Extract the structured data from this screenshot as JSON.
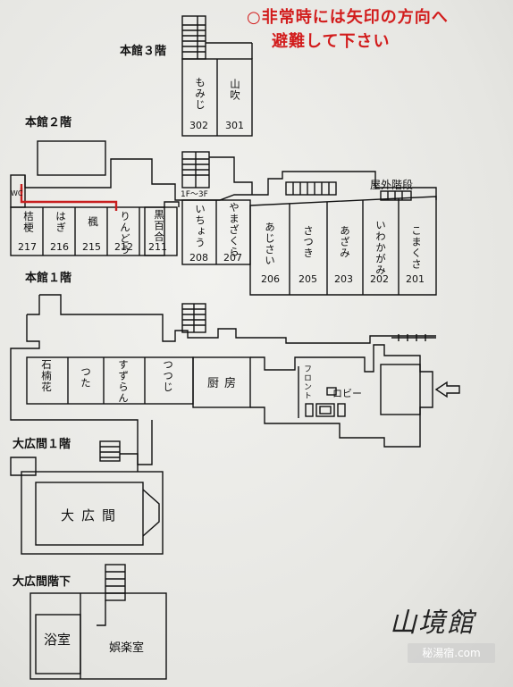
{
  "notice": {
    "line1": "○非常時には矢印の方向へ",
    "line2": "避難して下さい"
  },
  "floors": {
    "main_3f": "本館３階",
    "main_2f": "本館２階",
    "main_1f": "本館１階",
    "hall_1f": "大広間１階",
    "hall_below": "大広間階下"
  },
  "rooms_3f": [
    {
      "name": "もみじ",
      "number": "302"
    },
    {
      "name": "山吹",
      "number": "301"
    }
  ],
  "rooms_2f_west": [
    {
      "name": "桔梗",
      "number": "217"
    },
    {
      "name": "はぎ",
      "number": "216"
    },
    {
      "name": "楓",
      "number": "215"
    },
    {
      "name": "りんどう",
      "number": "212"
    },
    {
      "name": "黒百合",
      "number": "211"
    },
    {
      "name": "いちょう",
      "number": "208"
    },
    {
      "name": "やまざくら",
      "number": "207"
    }
  ],
  "rooms_2f_east": [
    {
      "name": "あじさい",
      "number": "206"
    },
    {
      "name": "さつき",
      "number": "205"
    },
    {
      "name": "あざみ",
      "number": "203"
    },
    {
      "name": "いわかがみ",
      "number": "202"
    },
    {
      "name": "こまくさ",
      "number": "201"
    }
  ],
  "rooms_1f": [
    {
      "name": "石楠花"
    },
    {
      "name": "つた"
    },
    {
      "name": "すずらん"
    },
    {
      "name": "つつじ"
    }
  ],
  "labels": {
    "wc": "WC",
    "stairs_range": "1F～3F",
    "outdoor_stairs": "屋外階段",
    "kitchen": "厨房",
    "front": "フロント",
    "lobby": "ロビー",
    "great_hall": "大広間",
    "bath": "浴室",
    "recreation": "娯楽室"
  },
  "logo": "山境館",
  "watermark": "秘湯宿.com",
  "colors": {
    "notice": "#d21c1c",
    "route": "#c81e1e",
    "line": "#111111"
  }
}
